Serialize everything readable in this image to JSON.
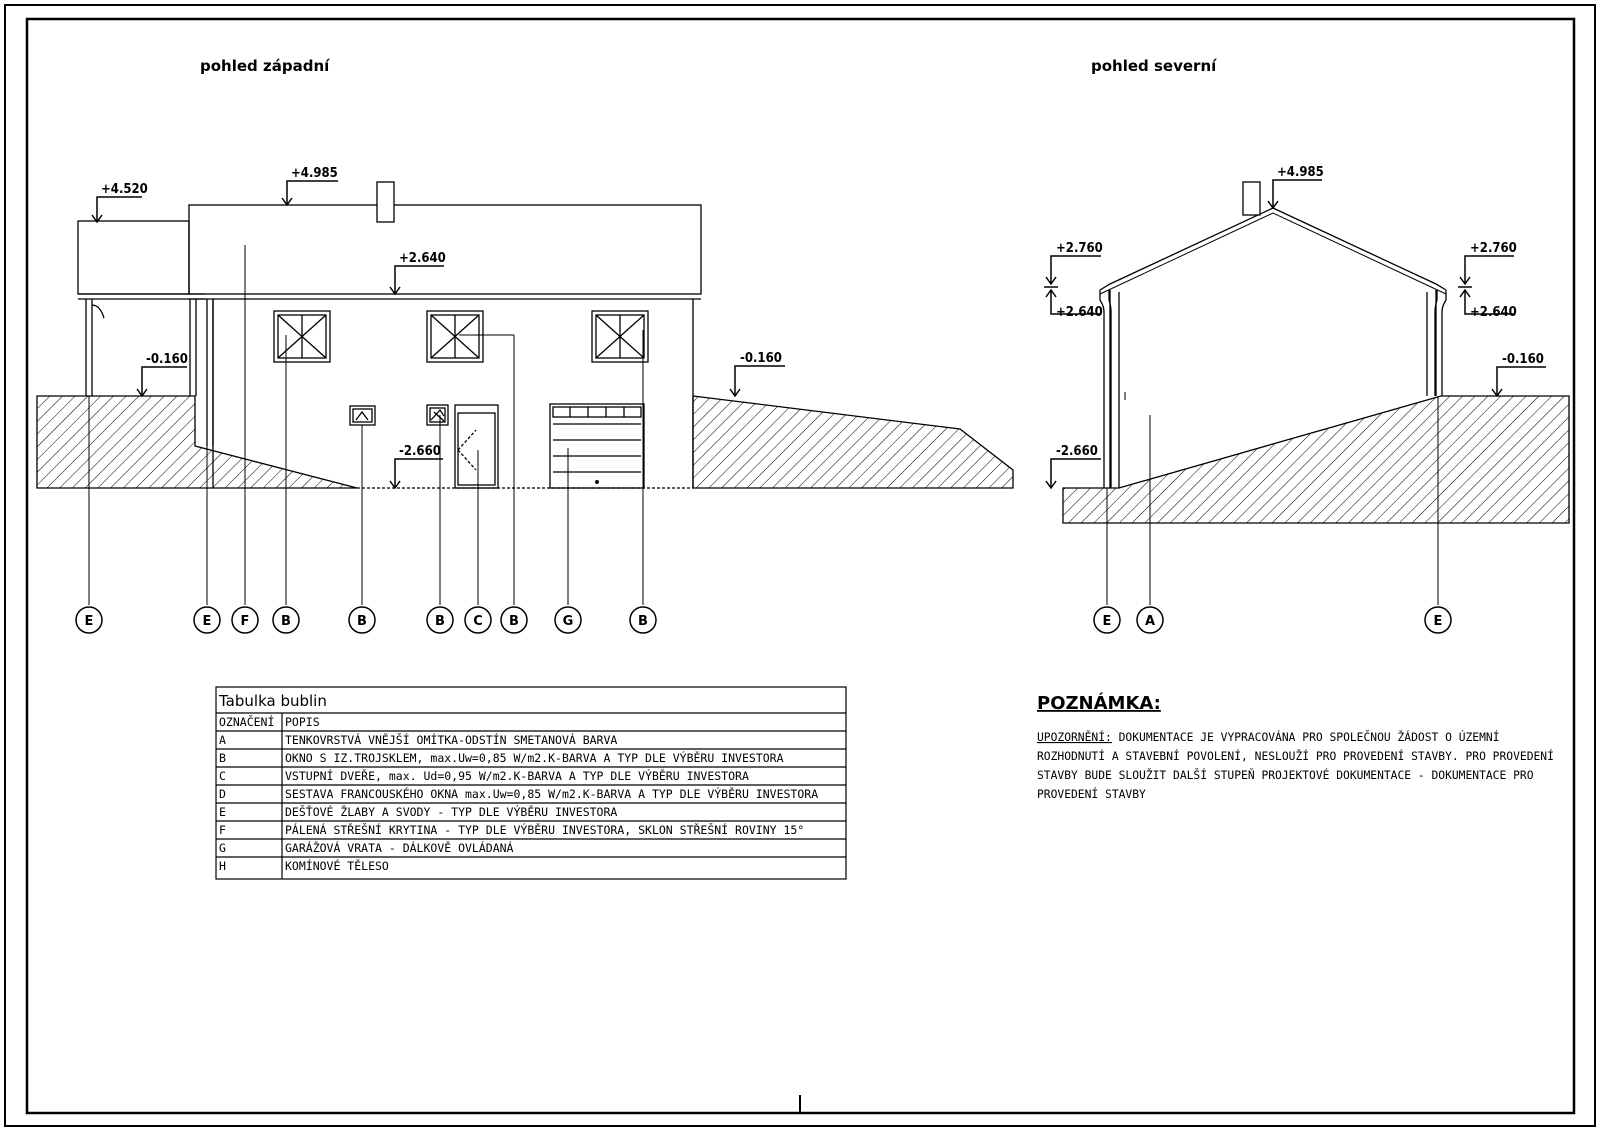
{
  "views": {
    "west": {
      "title": "pohled západní"
    },
    "north": {
      "title": "pohled severní"
    }
  },
  "levels": {
    "west_carport_top": "+4.520",
    "west_ridge": "+4.985",
    "west_eave": "+2.640",
    "west_terrain_left": "-0.160",
    "west_terrain_right": "-0.160",
    "west_floor": "-2.660",
    "north_ridge": "+4.985",
    "north_eave_top_left": "+2.760",
    "north_eave_left": "+2.640",
    "north_eave_top_right": "+2.760",
    "north_eave_right": "+2.640",
    "north_terrain_right": "-0.160",
    "north_floor": "-2.660"
  },
  "bubbles_west": [
    "E",
    "E",
    "F",
    "B",
    "B",
    "B",
    "C",
    "B",
    "G",
    "B"
  ],
  "bubbles_north": [
    "E",
    "A",
    "E"
  ],
  "legend": {
    "title": "Tabulka bublin",
    "col_code": "OZNAČENÍ",
    "col_desc": "POPIS",
    "rows": [
      {
        "code": "A",
        "desc": "TENKOVRSTVÁ VNĚJŠÍ OMÍTKA-ODSTÍN SMETANOVÁ BARVA"
      },
      {
        "code": "B",
        "desc": "OKNO S IZ.TROJSKLEM, max.Uw=0,85 W/m2.K-BARVA A TYP DLE VÝBĚRU INVESTORA"
      },
      {
        "code": "C",
        "desc": "VSTUPNÍ DVEŘE, max. Ud=0,95 W/m2.K-BARVA A TYP DLE VÝBĚRU INVESTORA"
      },
      {
        "code": "D",
        "desc": "SESTAVA FRANCOUSKÉHO OKNA max.Uw=0,85 W/m2.K-BARVA A TYP DLE VÝBĚRU INVESTORA"
      },
      {
        "code": "E",
        "desc": "DEŠŤOVÉ ŽLABY A SVODY - TYP DLE VÝBĚRU INVESTORA"
      },
      {
        "code": "F",
        "desc": "PÁLENÁ STŘEŠNÍ KRYTINA - TYP DLE VÝBĚRU INVESTORA, SKLON STŘEŠNÍ ROVINY 15°"
      },
      {
        "code": "G",
        "desc": "GARÁŽOVÁ VRATA - DÁLKOVĚ OVLÁDANÁ"
      },
      {
        "code": "H",
        "desc": "KOMÍNOVÉ TĚLESO"
      }
    ]
  },
  "note": {
    "heading": "POZNÁMKA:",
    "label": "UPOZORNĚNÍ:",
    "lines": [
      " DOKUMENTACE JE VYPRACOVÁNA PRO SPOLEČNOU ŽÁDOST O ÚZEMNÍ",
      "ROZHODNUTÍ A STAVEBNÍ POVOLENÍ, NESLOUŽÍ PRO PROVEDENÍ STAVBY. PRO PROVEDENÍ",
      "STAVBY BUDE SLOUŽIT DALŠÍ STUPEŇ PROJEKTOVÉ DOKUMENTACE - DOKUMENTACE PRO",
      "PROVEDENÍ STAVBY"
    ]
  }
}
